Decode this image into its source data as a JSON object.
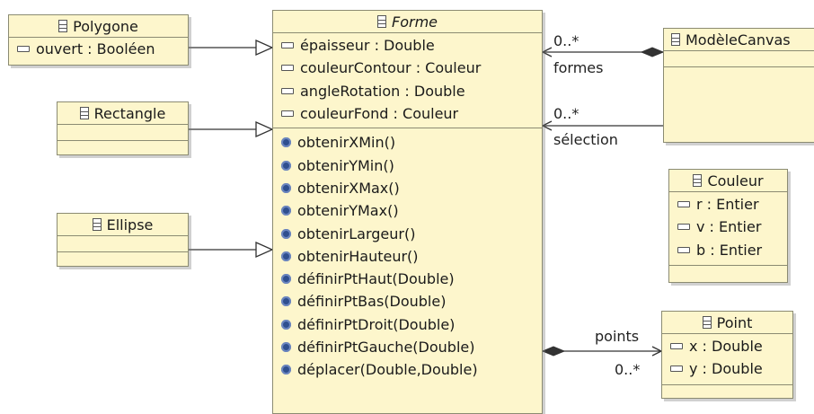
{
  "classes": {
    "polygone": {
      "name": "Polygone",
      "attributes": [
        "ouvert : Booléen"
      ]
    },
    "rectangle": {
      "name": "Rectangle"
    },
    "ellipse": {
      "name": "Ellipse"
    },
    "forme": {
      "name": "Forme",
      "attributes": [
        "épaisseur : Double",
        "couleurContour : Couleur",
        "angleRotation : Double",
        "couleurFond : Couleur"
      ],
      "operations": [
        "obtenirXMin()",
        "obtenirYMin()",
        "obtenirXMax()",
        "obtenirYMax()",
        "obtenirLargeur()",
        "obtenirHauteur()",
        "définirPtHaut(Double)",
        "définirPtBas(Double)",
        "définirPtDroit(Double)",
        "définirPtGauche(Double)",
        "déplacer(Double,Double)"
      ]
    },
    "modele": {
      "name": "ModèleCanvas"
    },
    "couleur": {
      "name": "Couleur",
      "attributes": [
        "r : Entier",
        "v : Entier",
        "b : Entier"
      ]
    },
    "point": {
      "name": "Point",
      "attributes": [
        "x : Double",
        "y : Double"
      ]
    }
  },
  "associations": {
    "formes": {
      "role": "formes",
      "multiplicity": "0..*"
    },
    "selection": {
      "role": "sélection",
      "multiplicity": "0..*"
    },
    "points": {
      "role": "points",
      "multiplicity": "0..*"
    }
  }
}
